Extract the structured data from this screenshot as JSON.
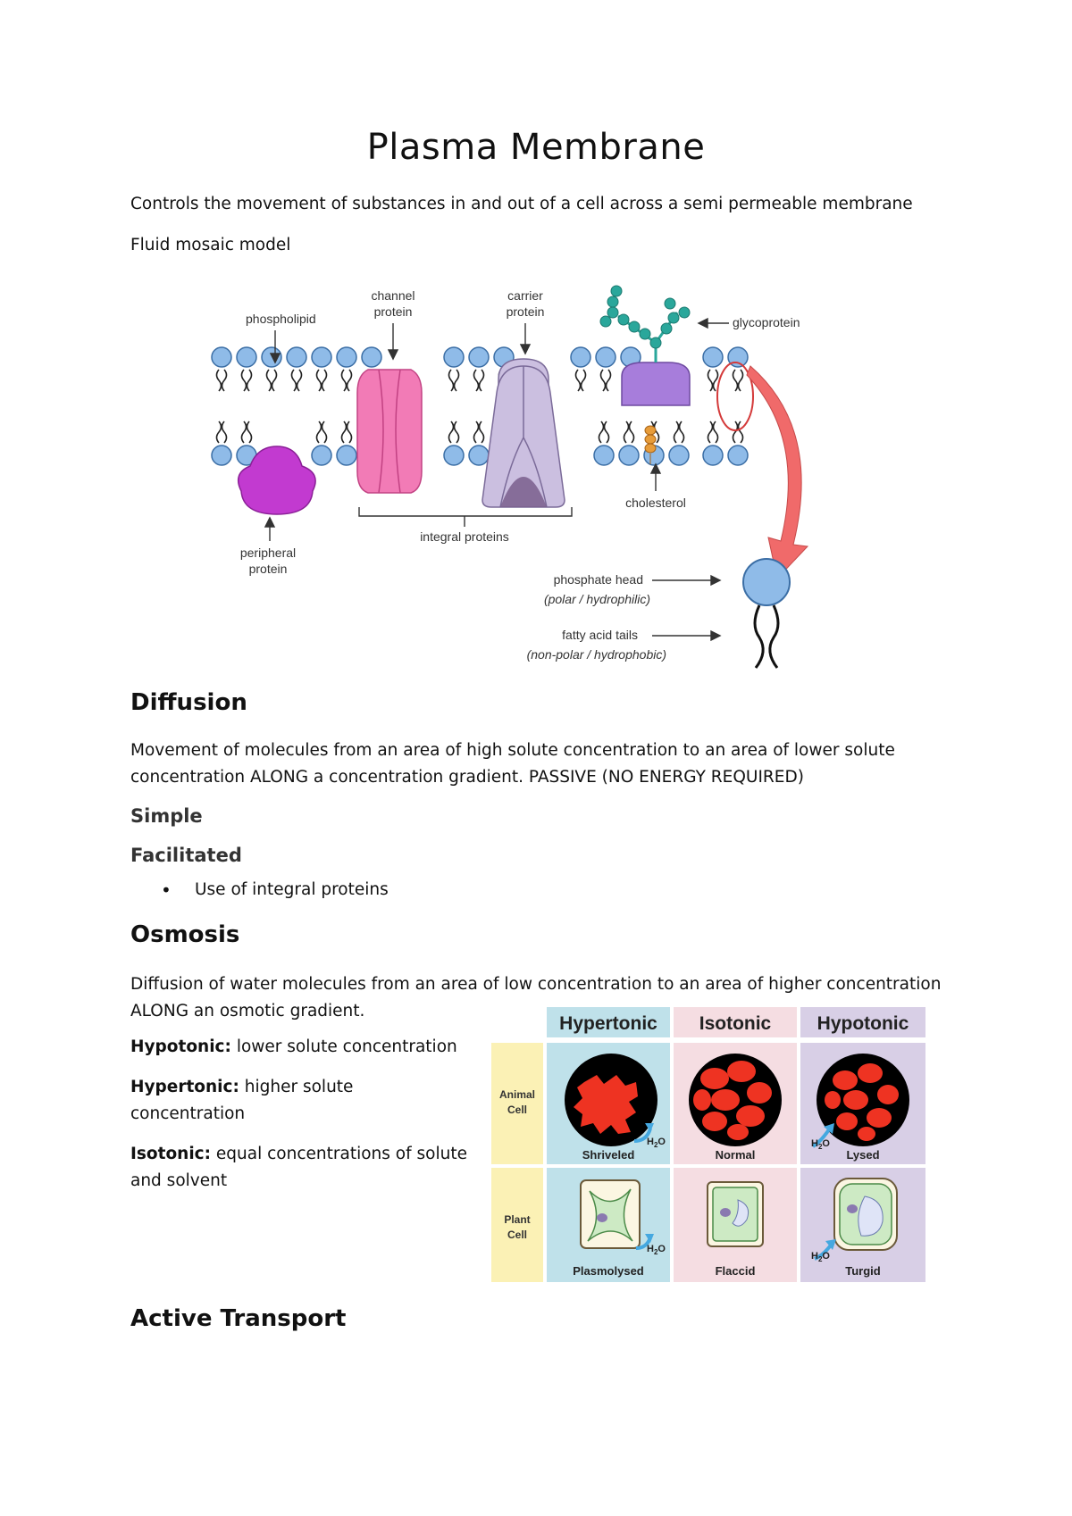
{
  "doc": {
    "title": "Plasma Membrane",
    "intro": "Controls the movement of substances in and out of a cell across a semi permeable membrane",
    "model": "Fluid mosaic model"
  },
  "membrane_figure": {
    "labels": {
      "phospholipid": "phospholipid",
      "channel_1": "channel",
      "channel_2": "protein",
      "carrier_1": "carrier",
      "carrier_2": "protein",
      "glycoprotein": "glycoprotein",
      "cholesterol": "cholesterol",
      "peripheral_1": "peripheral",
      "peripheral_2": "protein",
      "integral": "integral proteins",
      "phosphate_head": "phosphate head",
      "phosphate_head_sub": "(polar / hydrophilic)",
      "fatty_acid": "fatty acid tails",
      "fatty_acid_sub": "(non-polar / hydrophobic)"
    },
    "colors": {
      "head": "#8fbbe8",
      "peripheral": "#c23ad0",
      "channel": "#f27bb6",
      "carrier": "#cbbfe0",
      "glyco_body": "#a77ddb",
      "glyco_chain": "#2aa79b",
      "cholesterol": "#e79c3a",
      "arrow": "#f06a6a"
    }
  },
  "diffusion": {
    "heading": "Diffusion",
    "line1": "Movement of molecules from an area of high solute concentration to an area of lower solute",
    "line2": "concentration ALONG a concentration gradient. PASSIVE (NO ENERGY REQUIRED)",
    "simple": "Simple",
    "facilitated": "Facilitated",
    "bullet": "Use of integral proteins"
  },
  "osmosis": {
    "heading": "Osmosis",
    "line1": "Diffusion of water molecules from an area of low concentration to an area of higher concentration",
    "line2": "ALONG an osmotic gradient.",
    "hypotonic_term": "Hypotonic:",
    "hypotonic_def": " lower solute concentration",
    "hypertonic_term": "Hypertonic:",
    "hypertonic_def": " higher solute concentration",
    "isotonic_term": "Isotonic:",
    "isotonic_def": " equal concentrations of solute and solvent"
  },
  "tonicity_table": {
    "columns": [
      "Hypertonic",
      "Isotonic",
      "Hypotonic"
    ],
    "rows": [
      {
        "label_1": "Animal",
        "label_2": "Cell",
        "cells": [
          "Shriveled",
          "Normal",
          "Lysed"
        ]
      },
      {
        "label_1": "Plant",
        "label_2": "Cell",
        "cells": [
          "Plasmolysed",
          "Flaccid",
          "Turgid"
        ]
      }
    ],
    "water": "H",
    "water_sub": "2",
    "water_o": "O",
    "colors": {
      "hypertonic": "#bfe1ea",
      "isotonic": "#f5dde2",
      "hypotonic": "#d8cfe6",
      "row_label": "#fbf1b5",
      "blood": "#ee3322",
      "plant_fill": "#cdeac4"
    }
  },
  "active_transport": {
    "heading": "Active Transport"
  }
}
